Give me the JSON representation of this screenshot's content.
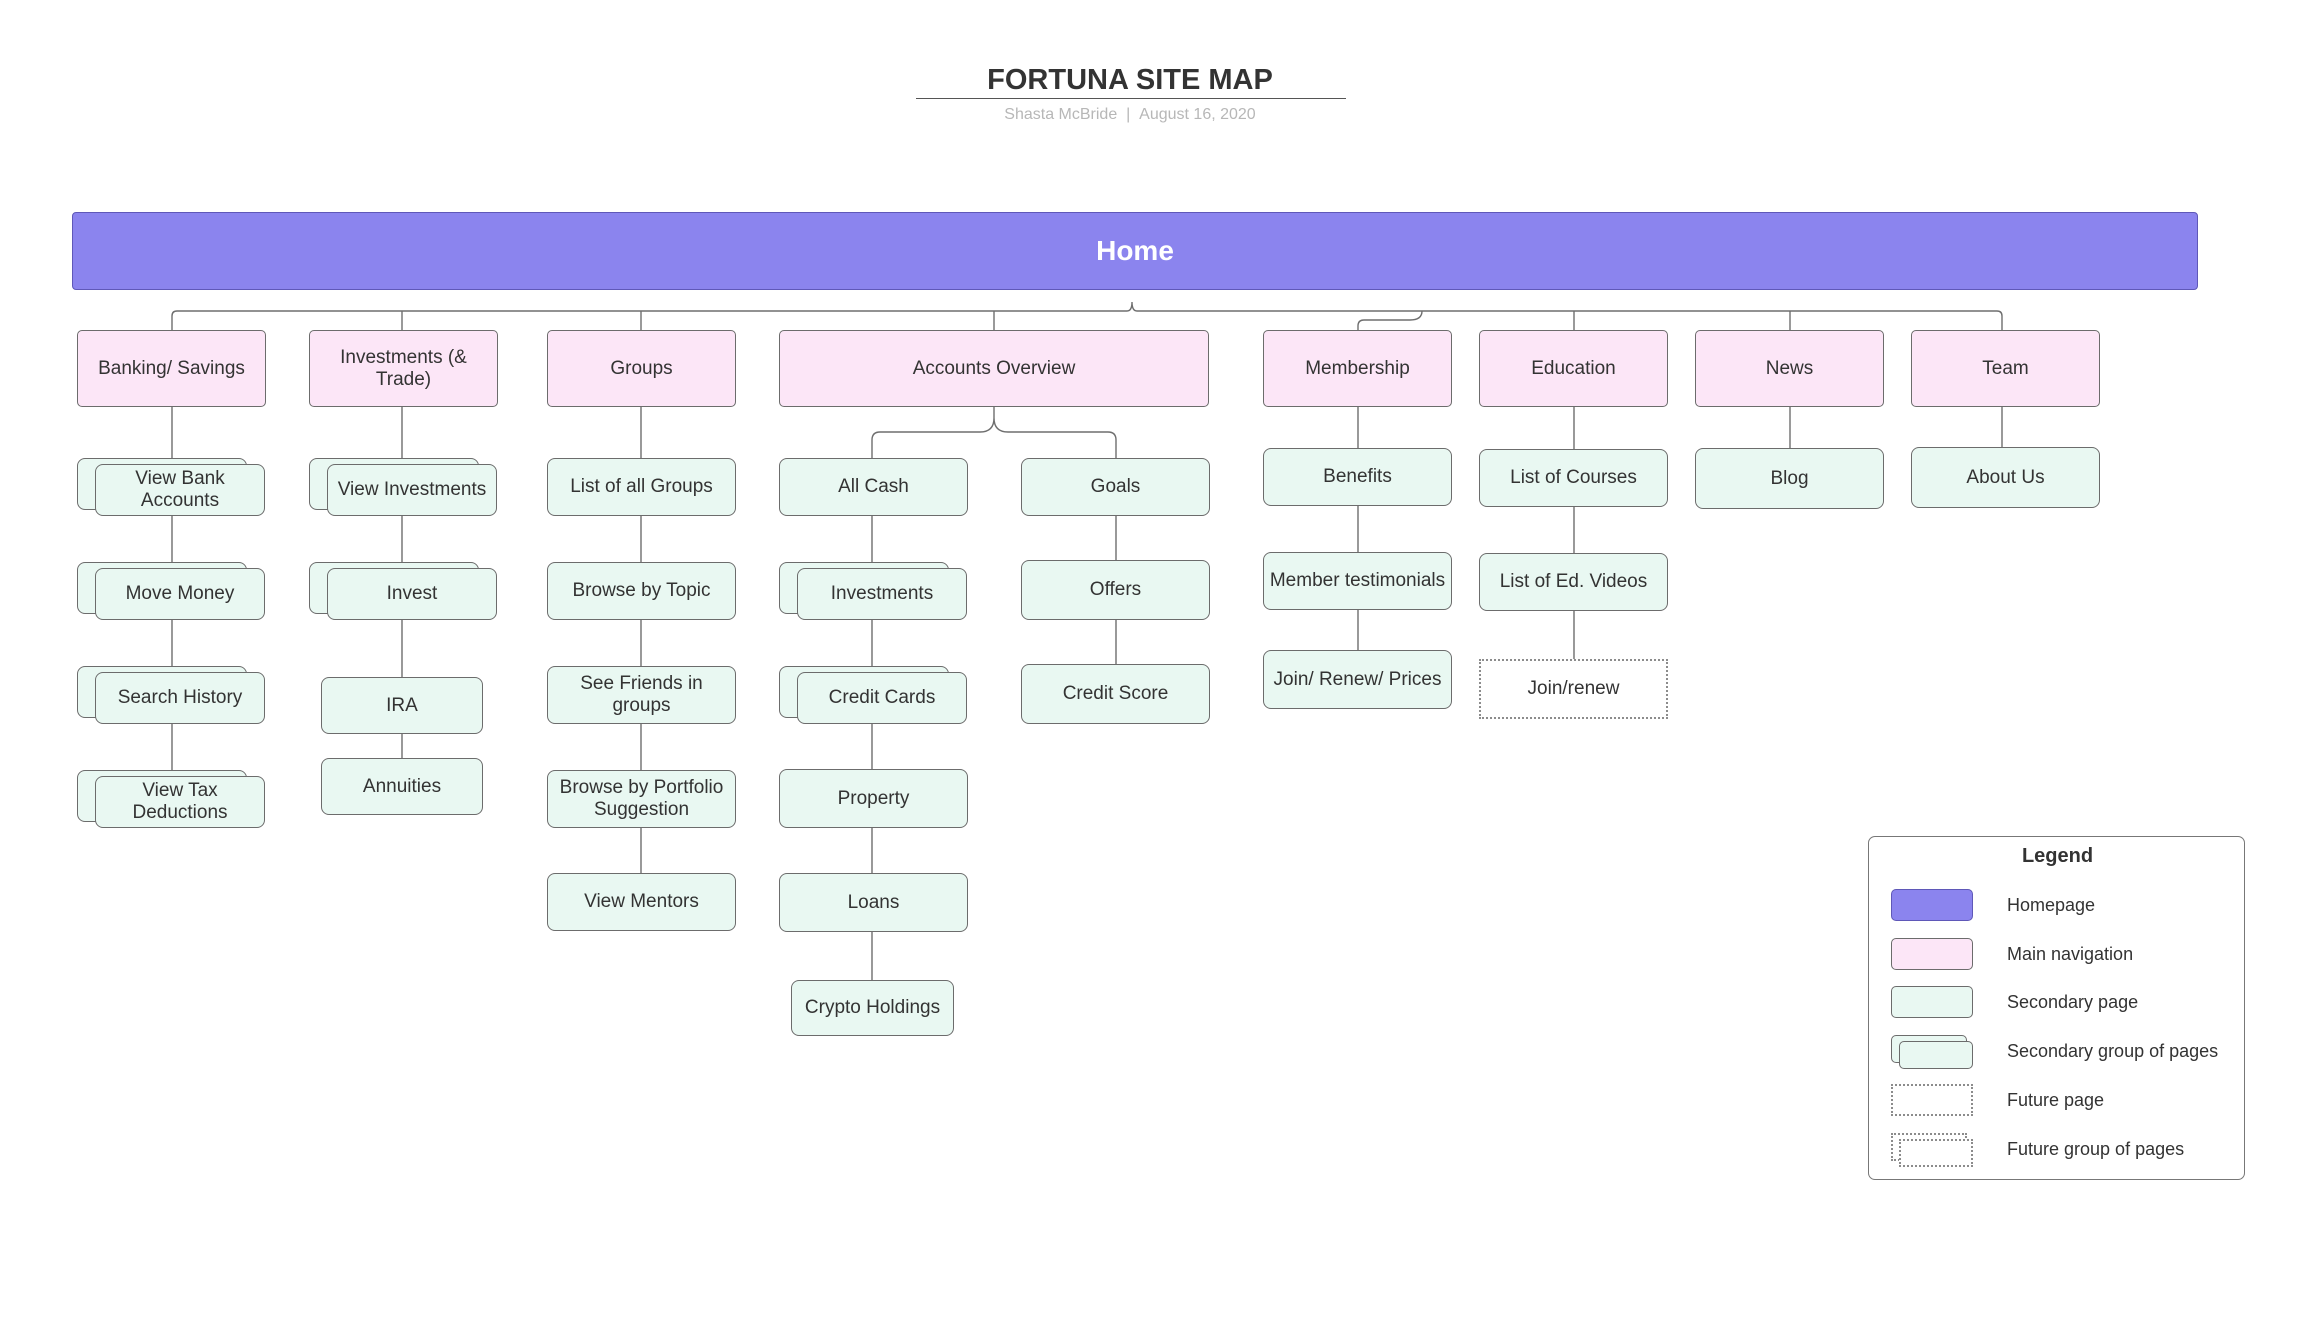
{
  "header": {
    "title": "FORTUNA SITE MAP",
    "author": "Shasta McBride",
    "separator": "|",
    "date": "August 16, 2020"
  },
  "home": {
    "label": "Home"
  },
  "nav": {
    "banking": {
      "label": "Banking/ Savings",
      "items": [
        "View Bank Accounts",
        "Move Money",
        "Search History",
        "View Tax Deductions"
      ]
    },
    "investments": {
      "label": "Investments (& Trade)",
      "items": [
        "View Investments",
        "Invest",
        "IRA",
        "Annuities"
      ]
    },
    "groups": {
      "label": "Groups",
      "items": [
        "List of all Groups",
        "Browse by Topic",
        "See Friends in groups",
        "Browse by Portfolio Suggestion",
        "View Mentors"
      ]
    },
    "accounts": {
      "label": "Accounts Overview",
      "left_items": [
        "All Cash",
        "Investments",
        "Credit Cards",
        "Property",
        "Loans",
        "Crypto Holdings"
      ],
      "right_items": [
        "Goals",
        "Offers",
        "Credit Score"
      ]
    },
    "membership": {
      "label": "Membership",
      "items": [
        "Benefits",
        "Member testimonials",
        "Join/ Renew/ Prices"
      ]
    },
    "education": {
      "label": "Education",
      "items": [
        "List of Courses",
        "List of Ed. Videos",
        "Join/renew"
      ]
    },
    "news": {
      "label": "News",
      "items": [
        "Blog"
      ]
    },
    "team": {
      "label": "Team",
      "items": [
        "About Us"
      ]
    }
  },
  "legend": {
    "title": "Legend",
    "items": [
      "Homepage",
      "Main navigation",
      "Secondary page",
      "Secondary group of pages",
      "Future page",
      "Future group of pages"
    ]
  },
  "colors": {
    "homepage": "#8b84ee",
    "main_navigation": "#fce6f7",
    "secondary_page": "#e9f8f2",
    "line": "#6e6e6e"
  }
}
